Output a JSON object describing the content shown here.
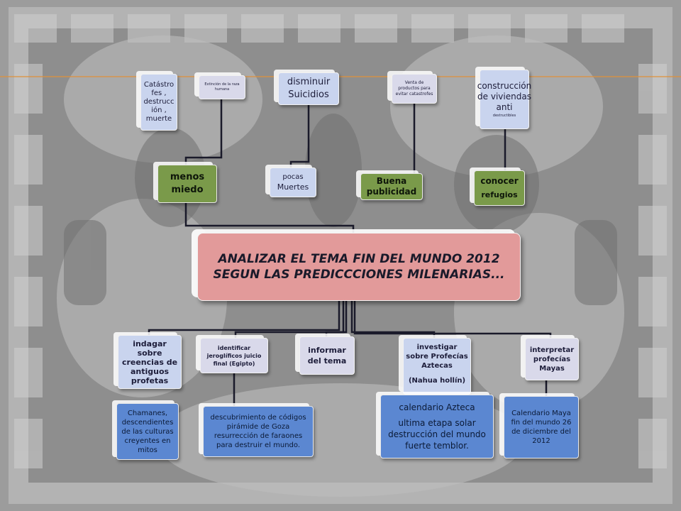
{
  "central": "ANALIZAR EL TEMA FIN DEL MUNDO 2012 SEGUN LAS PREDICCCIONES MILENARIAS...",
  "top": {
    "catastrofes": "Catástro fes , destrucc ión , muerte",
    "extincion": "Extinción de la raza humana",
    "menos_miedo": "menos miedo",
    "disminuir": "disminuir Suicidios",
    "pocas": "pocas",
    "muertes": "Muertes",
    "venta": "Venta de productos para evitar catastrofes",
    "buena": "Buena publicidad",
    "construccion": "construcción de viviendas anti",
    "destructibles": "destructibles",
    "conocer": "conocer",
    "refugios": "refugios"
  },
  "bottom": {
    "indagar": "indagar sobre creencias de antiguos profetas",
    "chamanes": "Chamanes, descendientes de las culturas creyentes en mitos",
    "identificar": "identificar jeroglíficos juicio final (Egipto)",
    "descubrimiento": "descubrimiento de códigos pirámide de Goza resurrección de faraones para destruir el mundo.",
    "informar": "informar del tema",
    "investigar": "investigar sobre Profecías Aztecas",
    "nahua": "(Nahua hollín)",
    "calendario_azteca_title": "calendario Azteca",
    "calendario_azteca_body": "ultima etapa solar destrucción del mundo fuerte temblor.",
    "interpretar": "interpretar profecías Mayas",
    "calendario_maya": "Calendario Maya fin del mundo 26 de diciembre del 2012"
  },
  "colors": {
    "central": "#e29a9a",
    "green": "#7a9a4a",
    "blue": "#5b87d1",
    "lavender": "#c9d4ee",
    "line": "#1a1a2a",
    "orange_rule": "#e0913a"
  }
}
